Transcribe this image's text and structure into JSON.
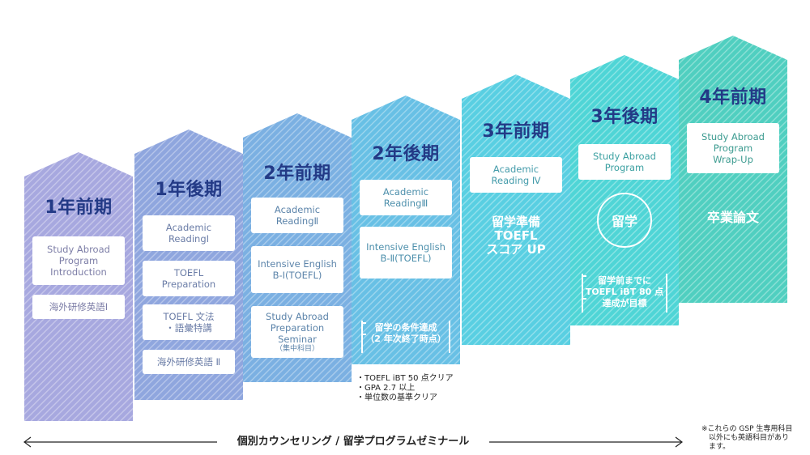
{
  "colors": {
    "heading": "#233a86",
    "columns": [
      "#a7a8df",
      "#8fa6de",
      "#7bb0e2",
      "#68c0e5",
      "#59cfe2",
      "#4fd5d6",
      "#50cfc0"
    ]
  },
  "columns": [
    {
      "heading": "1年前期",
      "boxes": [
        {
          "text": "Study Abroad\nProgram\nIntroduction"
        },
        {
          "text": "海外研修英語Ⅰ"
        }
      ]
    },
    {
      "heading": "1年後期",
      "boxes": [
        {
          "text": "Academic\nReadingⅠ"
        },
        {
          "text": "TOEFL\nPreparation"
        },
        {
          "text": "TOEFL 文法\n・語彙特講"
        },
        {
          "text": "海外研修英語 Ⅱ"
        }
      ]
    },
    {
      "heading": "2年前期",
      "boxes": [
        {
          "text": "Academic\nReadingⅡ"
        },
        {
          "text": "Intensive English\nB-Ⅰ(TOEFL)"
        },
        {
          "text": "Study Abroad\nPreparation\nSeminar",
          "sub": "（集中科目）"
        }
      ]
    },
    {
      "heading": "2年後期",
      "boxes": [
        {
          "text": "Academic\nReadingⅢ"
        },
        {
          "text": "Intensive English\nB-Ⅱ(TOEFL)"
        }
      ],
      "bracket": "留学の条件達成\n（2 年次終了時点）"
    },
    {
      "heading": "3年前期",
      "boxes": [
        {
          "text": "Academic\nReading Ⅳ"
        }
      ],
      "big": "留学準備\nTOEFL\nスコア UP"
    },
    {
      "heading": "3年後期",
      "boxes": [
        {
          "text": "Study Abroad\nProgram"
        }
      ],
      "circle": "留学",
      "bracket": "留学前までに\nTOEFL iBT 80 点\n達成が目標"
    },
    {
      "heading": "4年前期",
      "boxes": [
        {
          "text": "Study Abroad\nProgram\nWrap-Up"
        }
      ],
      "big": "卒業論文"
    }
  ],
  "criteria": [
    "・TOEFL iBT 50 点クリア",
    "・GPA 2.7 以上",
    "・単位数の基準クリア"
  ],
  "arrow_label": "個別カウンセリング / 留学プログラムゼミナール",
  "footnote": "※これらの GSP 生専用科目\n　以外にも英語科目があり\n　ます。"
}
